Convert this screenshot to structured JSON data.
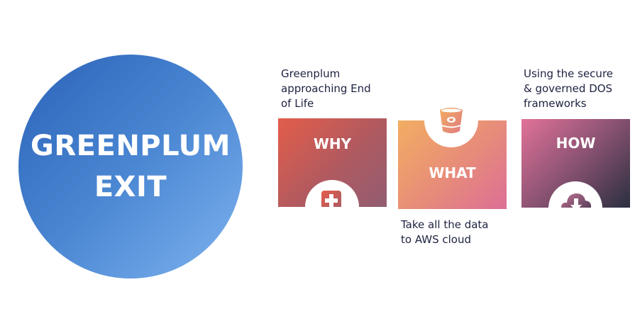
{
  "title": {
    "line1": "GREENPLUM",
    "line2": "EXIT"
  },
  "cards": [
    {
      "label": "WHY",
      "caption": [
        "Greenplum",
        "approaching End",
        "of Life"
      ],
      "icon": "plus-icon"
    },
    {
      "label": "WHAT",
      "caption": [
        "Take all the data",
        "to AWS cloud"
      ],
      "icon": "bucket-icon"
    },
    {
      "label": "HOW",
      "caption": [
        "Using the secure",
        "& governed DOS",
        "frameworks"
      ],
      "icon": "cloud-download-icon"
    }
  ]
}
